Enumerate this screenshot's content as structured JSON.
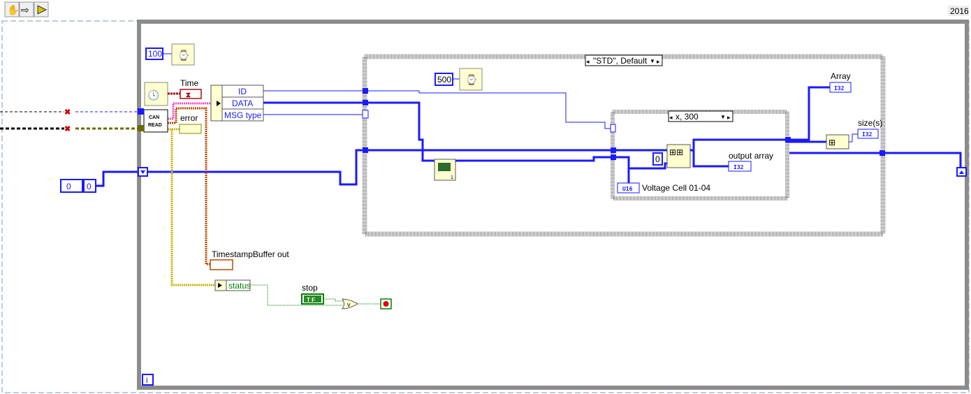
{
  "toolbar": {
    "icons": [
      "hand-icon",
      "arrow-icon",
      "run-highlight-icon"
    ],
    "version": "2016"
  },
  "constants": {
    "wait_outer": "100",
    "wait_inner": "500",
    "shift_init_a": "0",
    "shift_init_b": "0",
    "replace_index": "0"
  },
  "nodes": {
    "can_read_line1": "CAN",
    "can_read_line2": "READ",
    "graph_node_count": "1"
  },
  "labels": {
    "time": "Time",
    "error": "error",
    "timestamp_buffer": "TimestampBuffer out",
    "stop": "stop",
    "status": "status",
    "array": "Array",
    "sizes": "size(s)",
    "output_array": "output array",
    "voltage": "Voltage Cell 01-04"
  },
  "unbundle": {
    "fields": [
      "ID",
      "DATA",
      "MSG type"
    ]
  },
  "case_outer": {
    "selector": "\"STD\", Default"
  },
  "case_inner": {
    "selector": "x, 300"
  },
  "types": {
    "i32": "I32",
    "u16": "U16",
    "tf": "T F"
  },
  "loop": {
    "iteration": "i"
  },
  "colors": {
    "wire_int": "#0000ff",
    "wire_error": "#c8b400",
    "wire_bool": "#008000",
    "wire_cluster": "#b84a00",
    "wire_pink": "#ff44cc",
    "loop_border": "#8c8c8c"
  }
}
